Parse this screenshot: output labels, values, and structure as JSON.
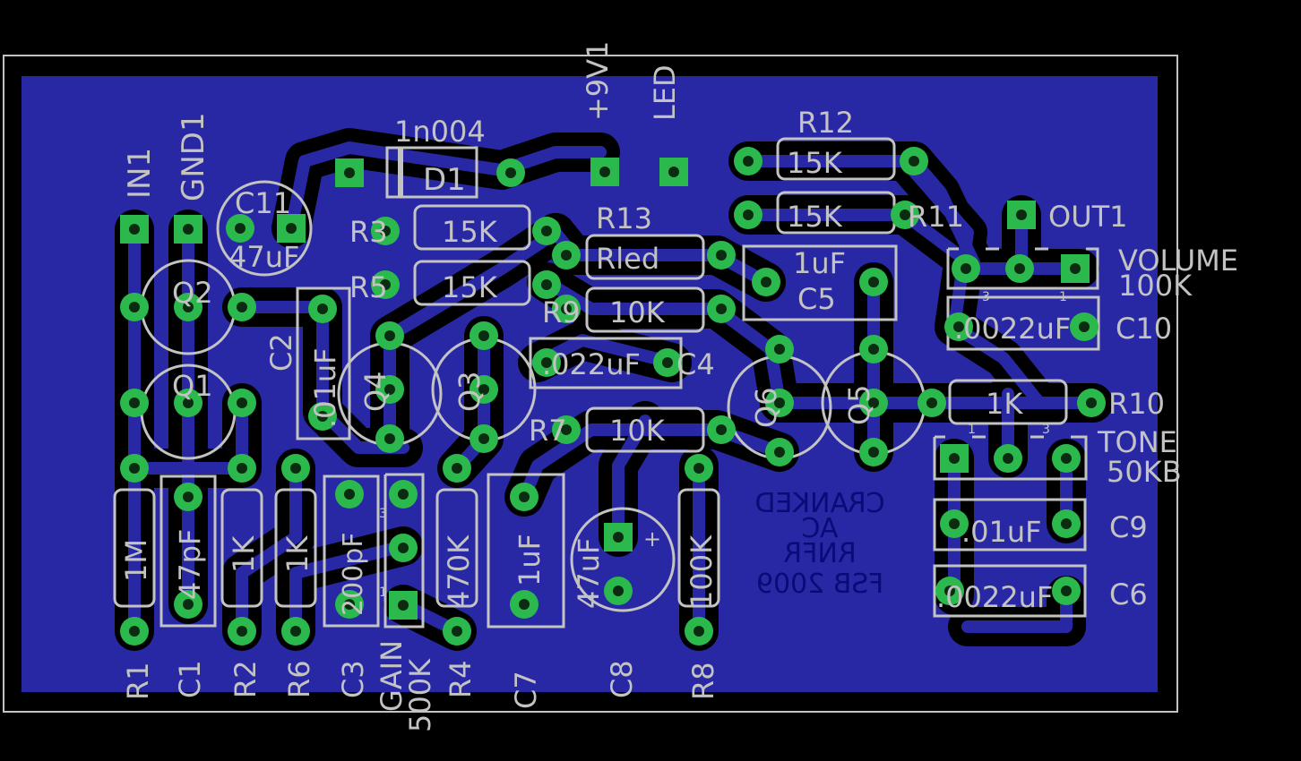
{
  "colors": {
    "background": "#000000",
    "copper": "#2828a5",
    "silkscreen": "#c3c3c3",
    "pad": "#2bb84d",
    "hole": "#0c2c12",
    "bottom_text": "#0a0a78"
  },
  "components": [
    {
      "id": "IN1",
      "label": "IN1"
    },
    {
      "id": "GND1",
      "label": "GND1"
    },
    {
      "id": "C11",
      "label": "C11",
      "value": "47uF"
    },
    {
      "id": "D1",
      "label": "D1",
      "value": "1n004"
    },
    {
      "id": "V1",
      "label": "+9V1"
    },
    {
      "id": "LED",
      "label": "LED"
    },
    {
      "id": "R12",
      "label": "R12",
      "value": "15K"
    },
    {
      "id": "R11",
      "label": "R11",
      "value": "15K"
    },
    {
      "id": "R3",
      "label": "R3",
      "value": "15K"
    },
    {
      "id": "R5",
      "label": "R5",
      "value": "15K"
    },
    {
      "id": "R13",
      "label": "R13",
      "value": "Rled"
    },
    {
      "id": "R9",
      "label": "R9",
      "value": "10K"
    },
    {
      "id": "C4",
      "label": "C4",
      "value": ".022uF"
    },
    {
      "id": "R7",
      "label": "R7",
      "value": "10K"
    },
    {
      "id": "C5",
      "label": "C5",
      "value": "1uF"
    },
    {
      "id": "OUT1",
      "label": "OUT1"
    },
    {
      "id": "VOLUME",
      "label": "VOLUME",
      "value": "100K"
    },
    {
      "id": "C10",
      "label": "C10",
      "value": ".0022uF"
    },
    {
      "id": "R10",
      "label": "R10",
      "value": "1K"
    },
    {
      "id": "TONE",
      "label": "TONE",
      "value": "50KB"
    },
    {
      "id": "C9",
      "label": "C9",
      "value": ".01uF"
    },
    {
      "id": "C6",
      "label": "C6",
      "value": ".0022uF"
    },
    {
      "id": "Q1",
      "label": "Q1"
    },
    {
      "id": "Q2",
      "label": "Q2"
    },
    {
      "id": "Q3",
      "label": "Q3"
    },
    {
      "id": "Q4",
      "label": "Q4"
    },
    {
      "id": "Q5",
      "label": "Q5"
    },
    {
      "id": "Q6",
      "label": "Q6"
    },
    {
      "id": "C2",
      "label": "C2",
      "value": ".01uF"
    },
    {
      "id": "R1",
      "label": "R1",
      "value": "1M"
    },
    {
      "id": "C1",
      "label": "C1",
      "value": "47pF"
    },
    {
      "id": "R2",
      "label": "R2",
      "value": "1K"
    },
    {
      "id": "R6",
      "label": "R6",
      "value": "1K"
    },
    {
      "id": "C3",
      "label": "C3",
      "value": "200pF"
    },
    {
      "id": "GAIN",
      "label": "GAIN",
      "value": "500K"
    },
    {
      "id": "R4",
      "label": "R4",
      "value": "470K"
    },
    {
      "id": "C7",
      "label": "C7",
      "value": "1uF"
    },
    {
      "id": "C8",
      "label": "C8",
      "value": "47uF"
    },
    {
      "id": "R8",
      "label": "R8",
      "value": "100K"
    }
  ],
  "pot_pin_labels": {
    "p1": "1",
    "p3": "3"
  },
  "polarity_mark": "+",
  "bottom_text": [
    "CRANKED",
    "AC",
    "RNFR",
    "FSB 2009"
  ]
}
